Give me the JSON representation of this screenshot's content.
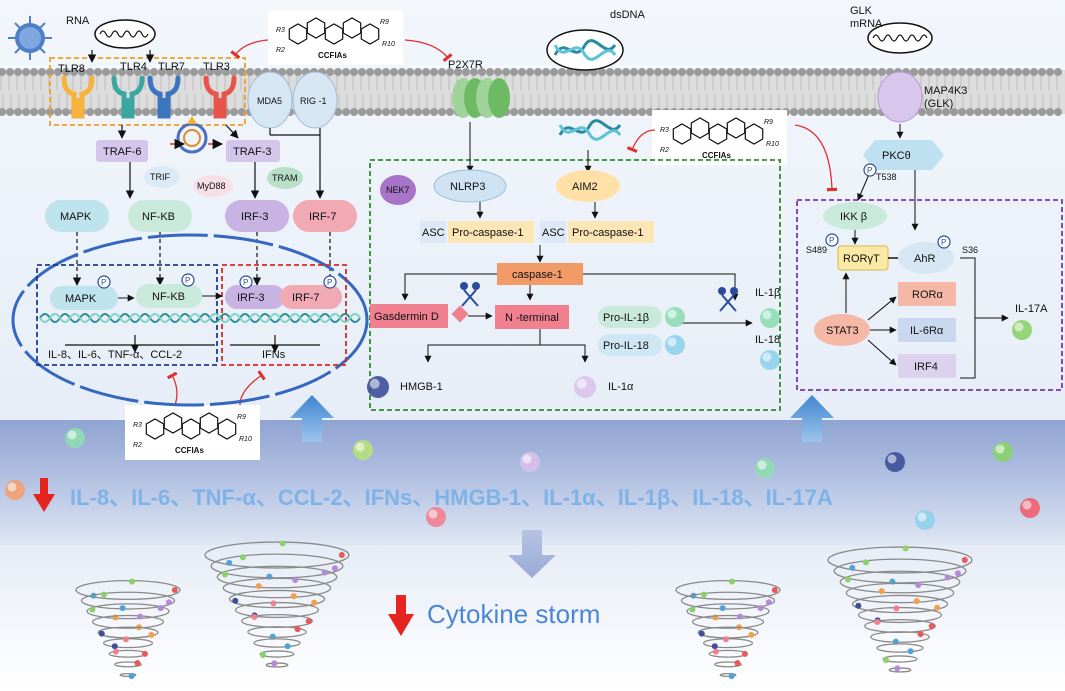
{
  "colors": {
    "bg_top": "#e9f0f9",
    "band": "#a9b9dc",
    "green_box": "#2e8b2e",
    "purple_box": "#7a35b8",
    "blue_box": "#213c8f",
    "red_box": "#d42a2a",
    "orange_box": "#f0a020",
    "inhibit": "#e03030",
    "down_arrow": "#e52420"
  },
  "drug_label": "CCFIAs",
  "drug_substituents": {
    "r3": "R3",
    "r2": "R2",
    "r9": "R9",
    "r10": "R10"
  },
  "top": {
    "rna": "RNA",
    "dsdna": "dsDNA",
    "glk_mrna_line1": "GLK",
    "glk_mrna_line2": "mRNA"
  },
  "receptors": {
    "tlr8": "TLR8",
    "tlr4": "TLR4",
    "tlr7": "TLR7",
    "tlr3": "TLR3",
    "mda5": "MDA5",
    "rig1": "RIG -1",
    "p2x7r": "P2X7R",
    "map4k3_line1": "MAP4K3",
    "map4k3_line2": "(GLK)"
  },
  "left_path": {
    "traf6": "TRAF-6",
    "traf3": "TRAF-3",
    "trif": "TRIF",
    "myd88": "MyD88",
    "tram": "TRAM",
    "mapk": "MAPK",
    "nfkb": "NF-KB",
    "irf3": "IRF-3",
    "irf7": "IRF-7",
    "n_mapk": "MAPK",
    "n_nfkb": "NF-KB",
    "n_irf3": "IRF-3",
    "n_irf7": "IRF-7",
    "p": "P",
    "cytokines": "IL-8、IL-6、TNF-α、CCL-2",
    "ifns": "IFNs"
  },
  "middle_path": {
    "nek7": "NEK7",
    "nlrp3": "NLRP3",
    "aim2": "AIM2",
    "asc1": "ASC",
    "procasp1a": "Pro-caspase-1",
    "asc2": "ASC",
    "procasp1b": "Pro-caspase-1",
    "casp1": "caspase-1",
    "gasdermin": "Gasdermin D",
    "nterminal": "N -terminal",
    "proil1b": "Pro-IL-1β",
    "proil18": "Pro-IL-18",
    "il1b": "IL-1β",
    "il18": "IL-18",
    "hmgb1": "HMGB-1",
    "il1a": "IL-1α"
  },
  "right_path": {
    "pkc": "PKCθ",
    "t538": "T538",
    "ikkb": "IKK β",
    "s489": "S489",
    "rorgt": "RORγT",
    "ahr": "AhR",
    "s36": "S36",
    "rora": "RORα",
    "stat3": "STAT3",
    "il6ra": "IL-6Rα",
    "irf4": "IRF4",
    "il17a": "IL-17A"
  },
  "bottom": {
    "cytokine_list": "IL-8、IL-6、TNF-α、CCL-2、IFNs、HMGB-1、IL-1α、IL-1β、IL-18、IL-17A",
    "storm": "Cytokine storm"
  }
}
